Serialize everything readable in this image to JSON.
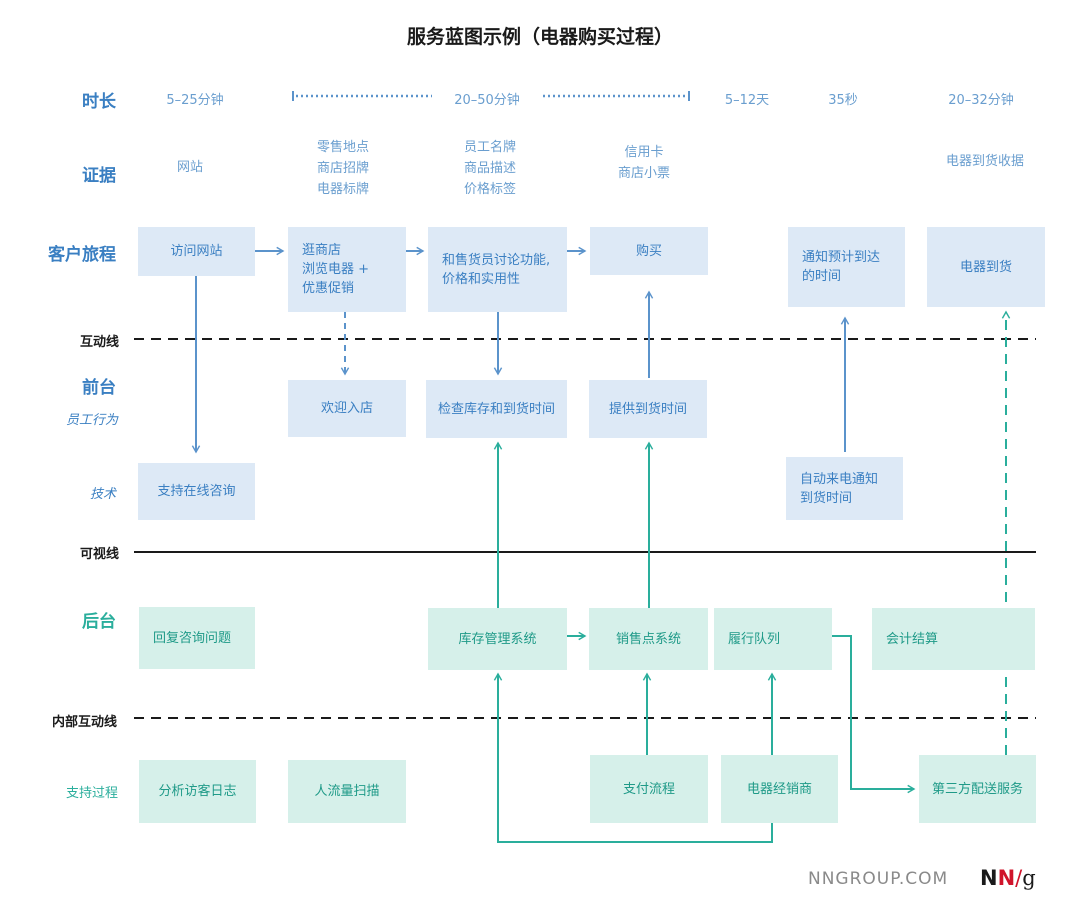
{
  "title": "服务蓝图示例（电器购买过程）",
  "rows": {
    "duration": "时长",
    "evidence": "证据",
    "journey": "客户旅程",
    "frontstage": "前台",
    "staff_action": "员工行为",
    "tech": "技术",
    "backstage": "后台",
    "support": "支持过程"
  },
  "lines": {
    "interaction": "互动线",
    "visibility": "可视线",
    "internal": "内部互动线"
  },
  "durations": [
    "5–25分钟",
    "20–50分钟",
    "5–12天",
    "35秒",
    "20–32分钟"
  ],
  "evidence": {
    "col1": "网站",
    "col2": "零售地点\n商店招牌\n电器标牌",
    "col3": "员工名牌\n商品描述\n价格标签",
    "col4": "信用卡\n商店小票",
    "col6": "电器到货收据"
  },
  "journey": {
    "visit": "访问网站",
    "browse": "逛商店\n浏览电器 +\n优惠促销",
    "discuss": "和售货员讨论功能,\n价格和实用性",
    "buy": "购买",
    "notify": "通知预计到达\n的时间",
    "arrive": "电器到货"
  },
  "frontstage": {
    "welcome": "欢迎入店",
    "check": "检查库存和到货时间",
    "provide": "提供到货时间"
  },
  "tech": {
    "chat": "支持在线咨询",
    "autocall": "自动来电通知\n到货时间"
  },
  "backstage": {
    "reply": "回复咨询问题",
    "inventory": "库存管理系统",
    "pos": "销售点系统",
    "fulfill": "履行队列",
    "accounting": "会计结算"
  },
  "support": {
    "logs": "分析访客日志",
    "traffic": "人流量扫描",
    "payment": "支付流程",
    "dealer": "电器经销商",
    "delivery": "第三方配送服务"
  },
  "footer": {
    "brand": "NNGROUP.COM",
    "logo_n1": "N",
    "logo_n2": "N",
    "logo_slash": "/",
    "logo_g": "g"
  },
  "colors": {
    "blue": "#3a7fc2",
    "blue_box": "#dde9f6",
    "teal": "#2aae9c",
    "teal_box": "#d6f0ea",
    "logo_red": "#d0142b"
  }
}
